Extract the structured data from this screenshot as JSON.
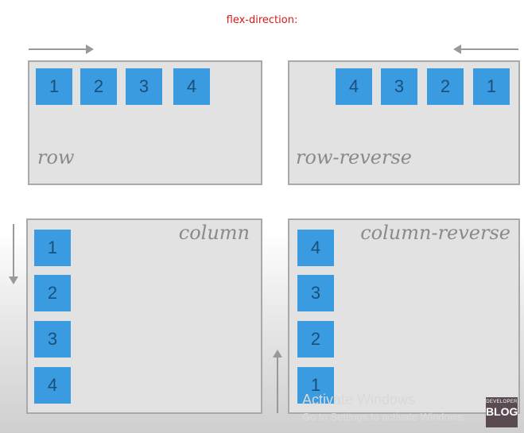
{
  "heading": "flex-direction:",
  "panels": {
    "row": {
      "label": "row",
      "cells": [
        "1",
        "2",
        "3",
        "4"
      ]
    },
    "row_reverse": {
      "label": "row-reverse",
      "cells": [
        "4",
        "3",
        "2",
        "1"
      ]
    },
    "column": {
      "label": "column",
      "cells": [
        "1",
        "2",
        "3",
        "4"
      ]
    },
    "column_reverse": {
      "label": "column-reverse",
      "cells": [
        "4",
        "3",
        "2",
        "1"
      ]
    }
  },
  "colors": {
    "heading": "#d21b1b",
    "cell": "#3a9be0",
    "cell_text": "#1a4f7a",
    "panel_bg": "#e2e2e2",
    "panel_border": "#a9a9a9",
    "arrow": "#999999",
    "label": "#8a8a8a"
  },
  "watermark": {
    "title": "Activate Windows",
    "subtitle": "Go to Settings to activate Windows."
  },
  "logo": {
    "line1": "DEVELOPER",
    "line2": "BLOG"
  }
}
